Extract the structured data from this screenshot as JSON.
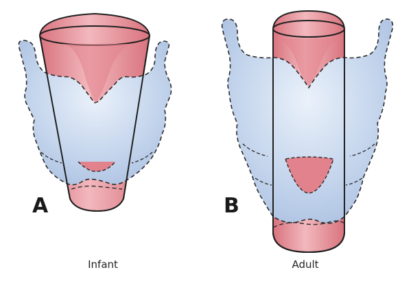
{
  "panels": [
    {
      "letter": "A",
      "caption": "Infant",
      "airway_shape": "funnel"
    },
    {
      "letter": "B",
      "caption": "Adult",
      "airway_shape": "cylinder"
    }
  ],
  "colors": {
    "cartilage_fill": "#b9cde8",
    "cartilage_stroke": "#2a2a2a",
    "airway_fill": "#e2828c",
    "airway_highlight": "#f2b8bd",
    "airway_stroke": "#1f1f1f"
  }
}
